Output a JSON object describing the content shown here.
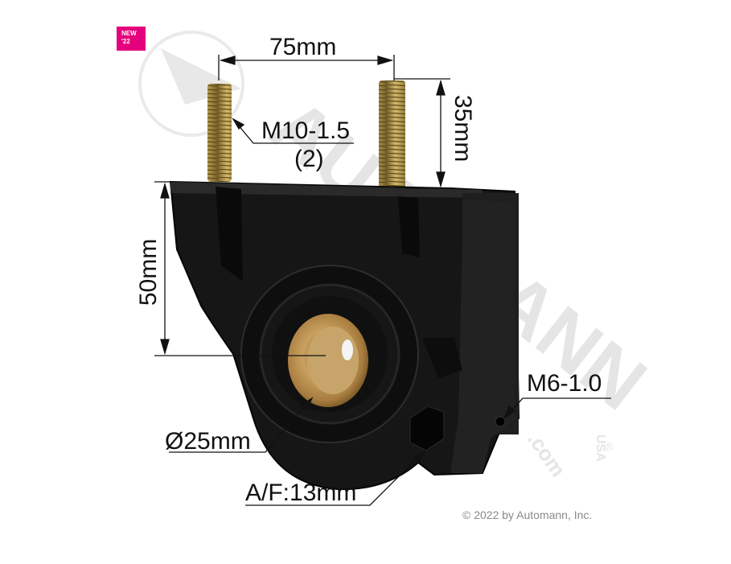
{
  "badge": {
    "line1": "NEW",
    "line2": "'22"
  },
  "dimensions": {
    "bolt_spacing": "75mm",
    "bolt_length": "35mm",
    "stud_thread": "M10-1.5",
    "stud_count": "(2)",
    "height": "50mm",
    "bore_diameter": "Ø25mm",
    "side_thread": "M6-1.0",
    "across_flats": "A/F:13mm"
  },
  "watermark": {
    "brand": "AUTOMANN",
    "domain": ".com",
    "suffix": "USA",
    "registered": "®"
  },
  "copyright": "© 2022 by Automann, Inc.",
  "colors": {
    "badge": "#e4007c",
    "part": "#141414",
    "bushing": "#b88a4a",
    "stud": "#b8974c",
    "watermark": "#cfcfcf"
  }
}
